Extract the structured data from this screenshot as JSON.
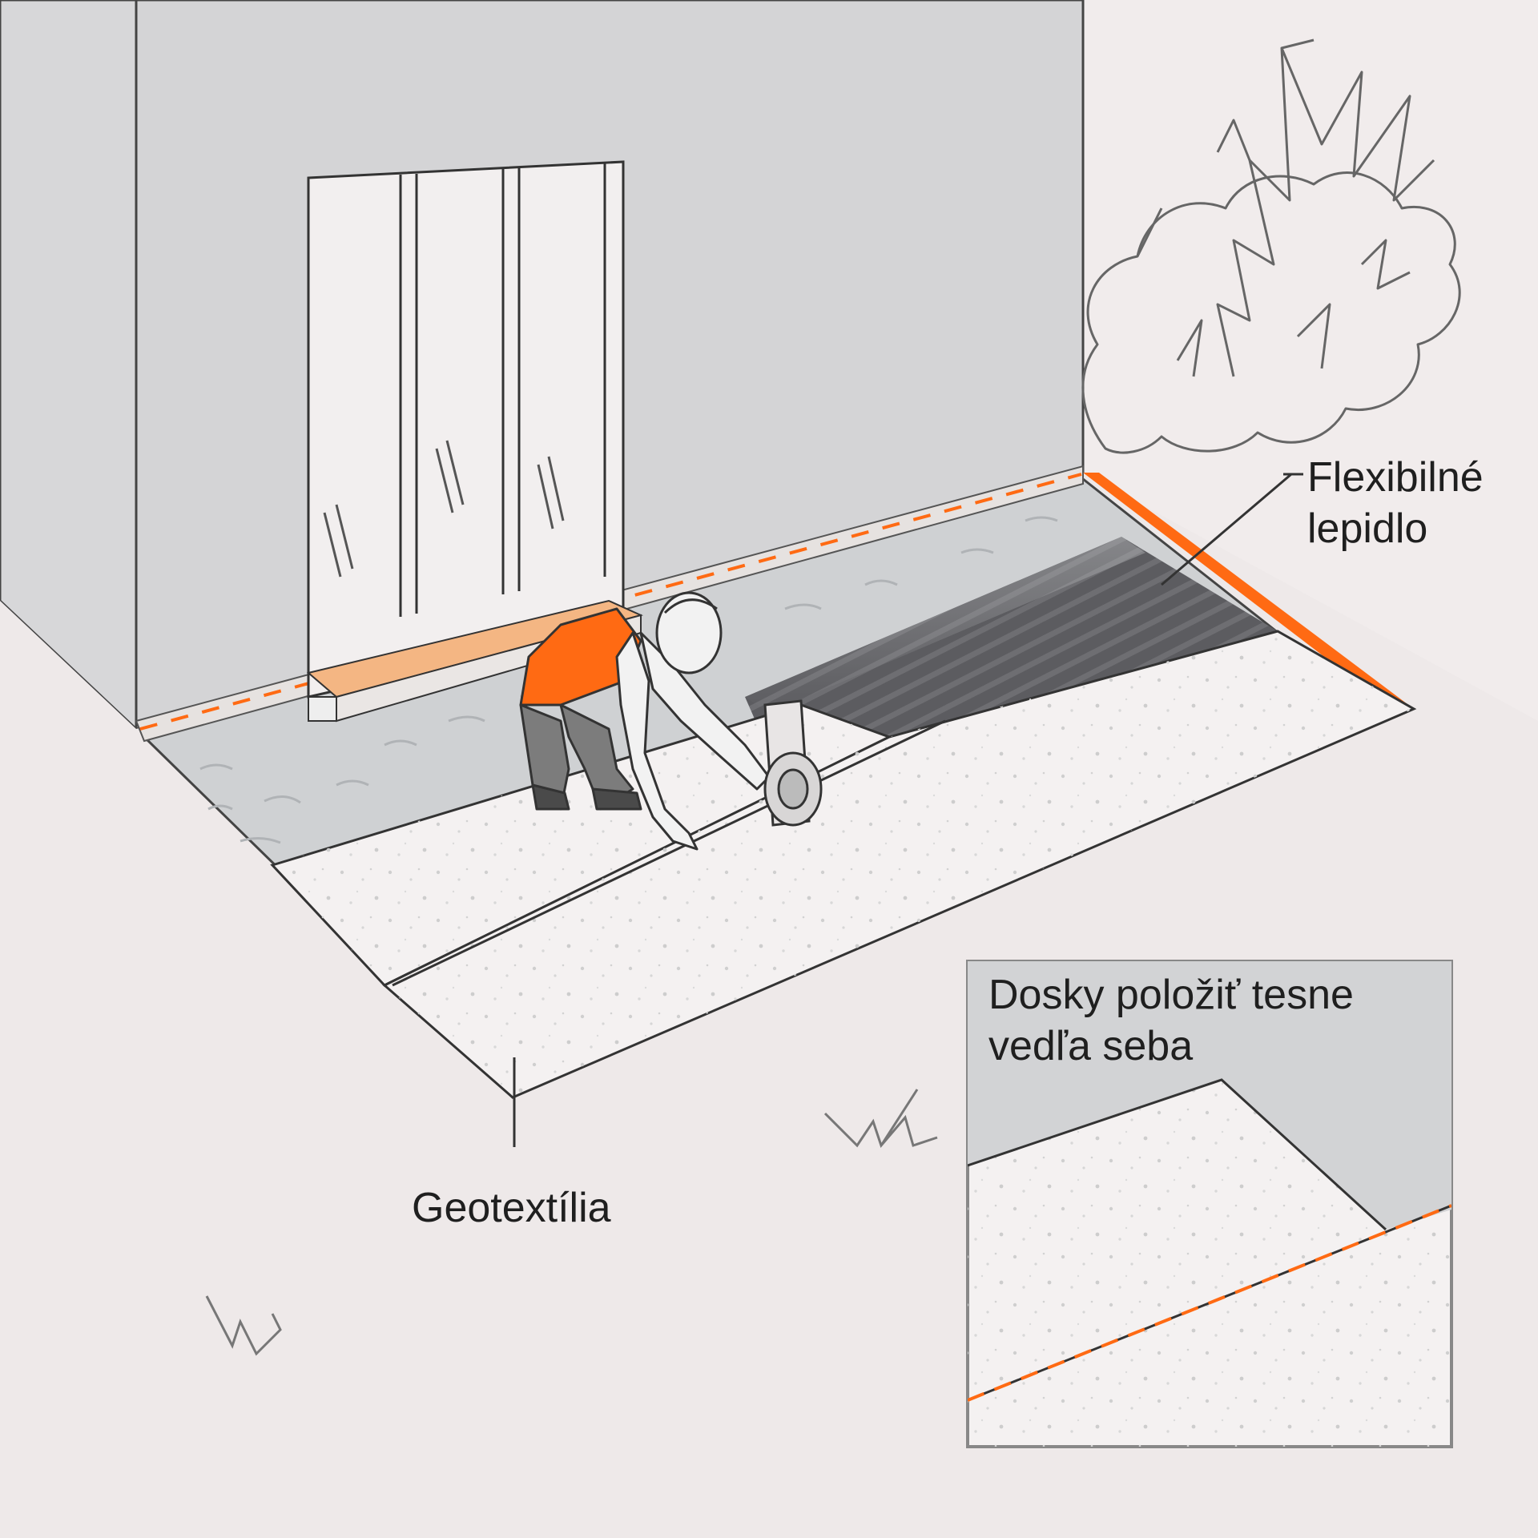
{
  "labels": {
    "adhesive": [
      "Flexibilné",
      "lepidlo"
    ],
    "geotextile": "Geotextília",
    "inset_note": [
      "Dosky položiť tesne",
      "vedľa seba"
    ]
  },
  "colors": {
    "background": "#eee9e9",
    "wall": "#d7d7d9",
    "wall_right": "#f1ecec",
    "floor": "#f4f1f1",
    "slab": "#cfd1d3",
    "membrane": "#5e5e62",
    "accent": "#ff6a13",
    "line": "#333333",
    "worker_vest": "#ff6a13",
    "worker_pants": "#7c7c7c",
    "worker_skin": "#f2f2f2"
  }
}
